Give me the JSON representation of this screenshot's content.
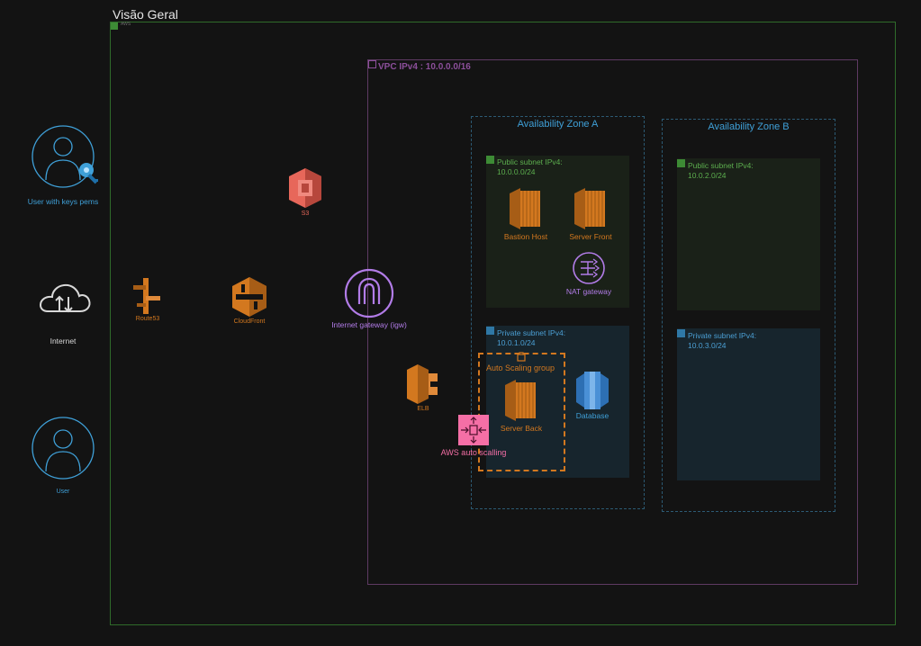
{
  "title": "Visão Geral",
  "aws_group": {
    "tag": "AWS"
  },
  "vpc": {
    "title": "VPC IPv4 : 10.0.0.0/16"
  },
  "zones": [
    {
      "label": "Availability Zone A",
      "public_subnet": {
        "line1": "Public subnet IPv4:",
        "line2": "10.0.0.0/24"
      },
      "private_subnet": {
        "line1": "Private subnet IPv4:",
        "line2": "10.0.1.0/24"
      }
    },
    {
      "label": "Availability Zone B",
      "public_subnet": {
        "line1": "Public subnet IPv4:",
        "line2": "10.0.2.0/24"
      },
      "private_subnet": {
        "line1": "Private subnet IPv4:",
        "line2": "10.0.3.0/24"
      }
    }
  ],
  "auto_scaling_group": {
    "label": "Auto Scaling group"
  },
  "nodes": {
    "user_keys": "User with keys pems",
    "internet": "Internet",
    "user": "User",
    "route53": "Route53",
    "cloudfront": "CloudFront",
    "s3": "S3",
    "igw": "Internet gateway (igw)",
    "elb": "ELB",
    "autoscaling": "AWS auto scalling",
    "bastion": "Bastion Host",
    "server_front": "Server Front",
    "nat": "NAT gateway",
    "server_back": "Server Back",
    "database": "Database"
  },
  "colors": {
    "background": "#131313",
    "aws_border": "#2f6b2a",
    "vpc": "#8c4f9b",
    "zone": "#3fa0d8",
    "public_subnet": "#5cae4e",
    "private_subnet": "#4b9fd4",
    "compute": "#d3781f",
    "storage": "#e7675a",
    "autoscaling": "#f56fa6",
    "database": "#4a90d6"
  }
}
